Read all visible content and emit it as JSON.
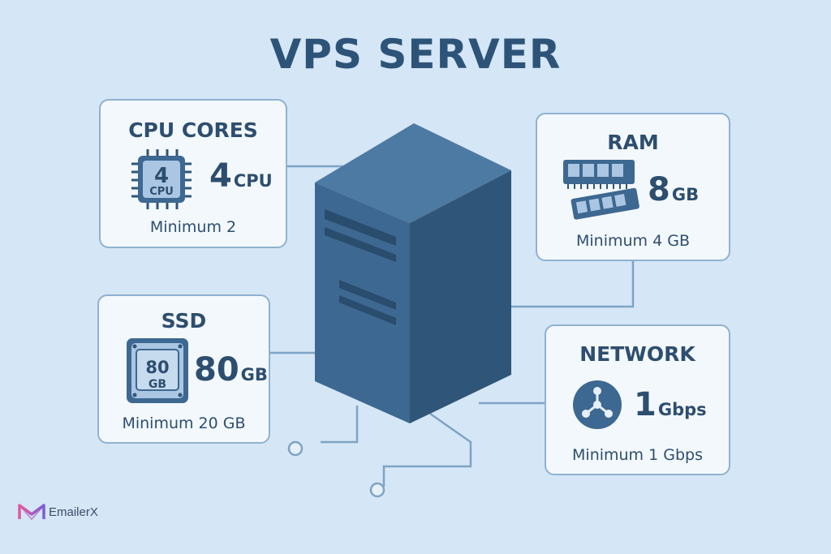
{
  "title": "VPS SERVER",
  "cards": {
    "cpu": {
      "title": "CPU CORES",
      "icon_line1": "4",
      "icon_line2": "CPU",
      "value": "4",
      "unit": "CPU",
      "min": "Minimum 2"
    },
    "ram": {
      "title": "RAM",
      "value": "8",
      "unit": "GB",
      "min": "Minimum 4 GB"
    },
    "ssd": {
      "title": "SSD",
      "icon_line1": "80",
      "icon_line2": "GB",
      "value": "80",
      "unit": "GB",
      "min": "Minimum 20 GB"
    },
    "network": {
      "title": "NETWORK",
      "value": "1",
      "unit": "Gbps",
      "min": "Minimum 1 Gbps"
    }
  },
  "logo": {
    "text": "EmailerX"
  },
  "colors": {
    "background": "#d5e6f6",
    "card": "#f3f8fd",
    "card_border": "#8fb2d0",
    "server_front": "#3d6891",
    "server_side": "#2f5679",
    "server_top": "#4d7aa3",
    "text": "#2d4e6f"
  }
}
